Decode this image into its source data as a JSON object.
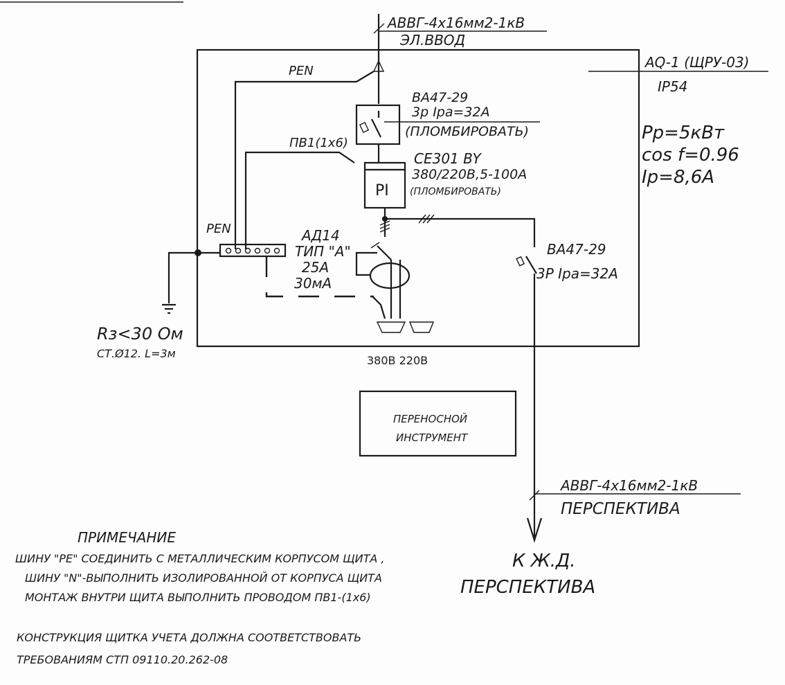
{
  "cable_in": {
    "label": "АВВГ-4х16мм2-1кВ",
    "sublabel": "ЭЛ.ВВОД"
  },
  "panel": {
    "name": "AQ-1 (ЩРУ-03)",
    "ip": "IP54"
  },
  "load": {
    "power": "Pp=5кВт",
    "cos": "cos f=0.96",
    "current": "Ip=8,6A"
  },
  "pen_top": "PEN",
  "pen_bus": "PEN",
  "wire_label": "ПВ1(1х6)",
  "breaker_main": {
    "type": "ВА47-29",
    "rating": "3p Ipa=32A",
    "seal": "(ПЛОМБИРОВАТЬ)"
  },
  "meter": {
    "symbol": "PI",
    "model": "CE301 BY",
    "spec": "380/220В,5-100A",
    "seal": "(ПЛОМБИРОВАТЬ)"
  },
  "rcd": {
    "model": "АД14",
    "type": "ТИП \"А\"",
    "current": "25А",
    "leak": "30мА"
  },
  "breaker_out": {
    "type": "ВА47-29",
    "rating": "3P Ipa=32A"
  },
  "sockets": {
    "label": "380В 220В"
  },
  "ground": {
    "resistance": "Rз<30 Ом",
    "rod": "СТ.Ø12. L=3м"
  },
  "tool_box": {
    "line1": "ПЕРЕНОСНОЙ",
    "line2": "ИНСТРУМЕНТ"
  },
  "cable_out": {
    "label": "АВВГ-4х16мм2-1кВ",
    "sublabel": "ПЕРСПЕКТИВА"
  },
  "destination": {
    "line1": "К Ж.Д.",
    "line2": "ПЕРСПЕКТИВА"
  },
  "notes": {
    "title": "ПРИМЕЧАНИЕ",
    "line1": "ШИНУ \"PE\" СОЕДИНИТЬ С МЕТАЛЛИЧЕСКИМ КОРПУСОМ ЩИТА ,",
    "line2": "ШИНУ \"N\"-ВЫПОЛНИТЬ ИЗОЛИРОВАННОЙ ОТ КОРПУСА ЩИТА",
    "line3": "МОНТАЖ ВНУТРИ ЩИТА ВЫПОЛНИТЬ ПРОВОДОМ ПВ1-(1х6)",
    "line4": "КОНСТРУКЦИЯ ЩИТКА УЧЕТА ДОЛЖНА СООТВЕТСТВОВАТЬ",
    "line5": "ТРЕБОВАНИЯМ СТП 09110.20.262-08"
  }
}
